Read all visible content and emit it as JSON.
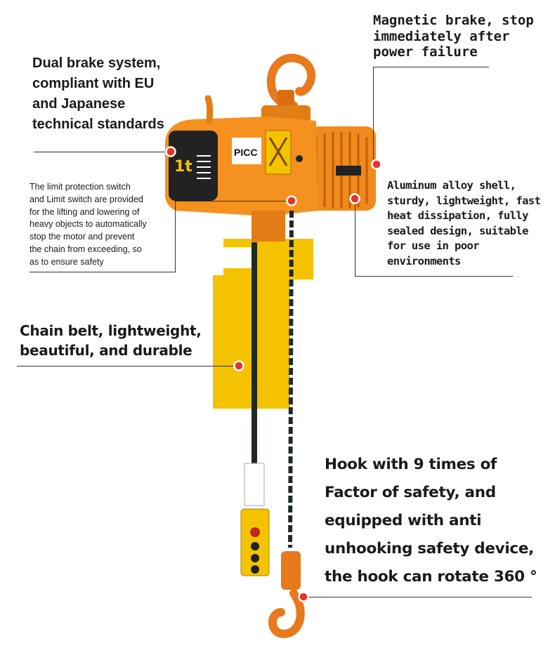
{
  "callouts": {
    "magnetic_brake": "Magnetic brake, stop\nimmediately after\npower failure",
    "dual_brake": "Dual brake system,\n compliant with EU\nand Japanese\ntechnical standards",
    "limit_switch": "The limit protection switch\nand Limit switch are provided\nfor the lifting and lowering of\nheavy objects to automatically\nstop the motor and prevent\nthe chain from exceeding, so\nas to ensure safety",
    "aluminum_shell": "Aluminum alloy shell,\nsturdy, lightweight, fast\nheat dissipation, fully\nsealed design, suitable\nfor use in poor\nenvironments",
    "chain_belt": "Chain belt, lightweight,\nbeautiful, and durable",
    "hook": "Hook with 9 times of\nFactor of safety, and\nequipped with anti\nunhooking safety device,\nthe hook can rotate 360 °"
  },
  "product_labels": {
    "capacity": "1t",
    "brand_badge": "PICC"
  },
  "colors": {
    "body_orange": "#f08a1c",
    "chain_box_yellow": "#f5c200",
    "callout_dot": "#e8322a",
    "callout_line": "#333333"
  },
  "icons": [
    "callout-dot-icon",
    "hook-icon"
  ]
}
